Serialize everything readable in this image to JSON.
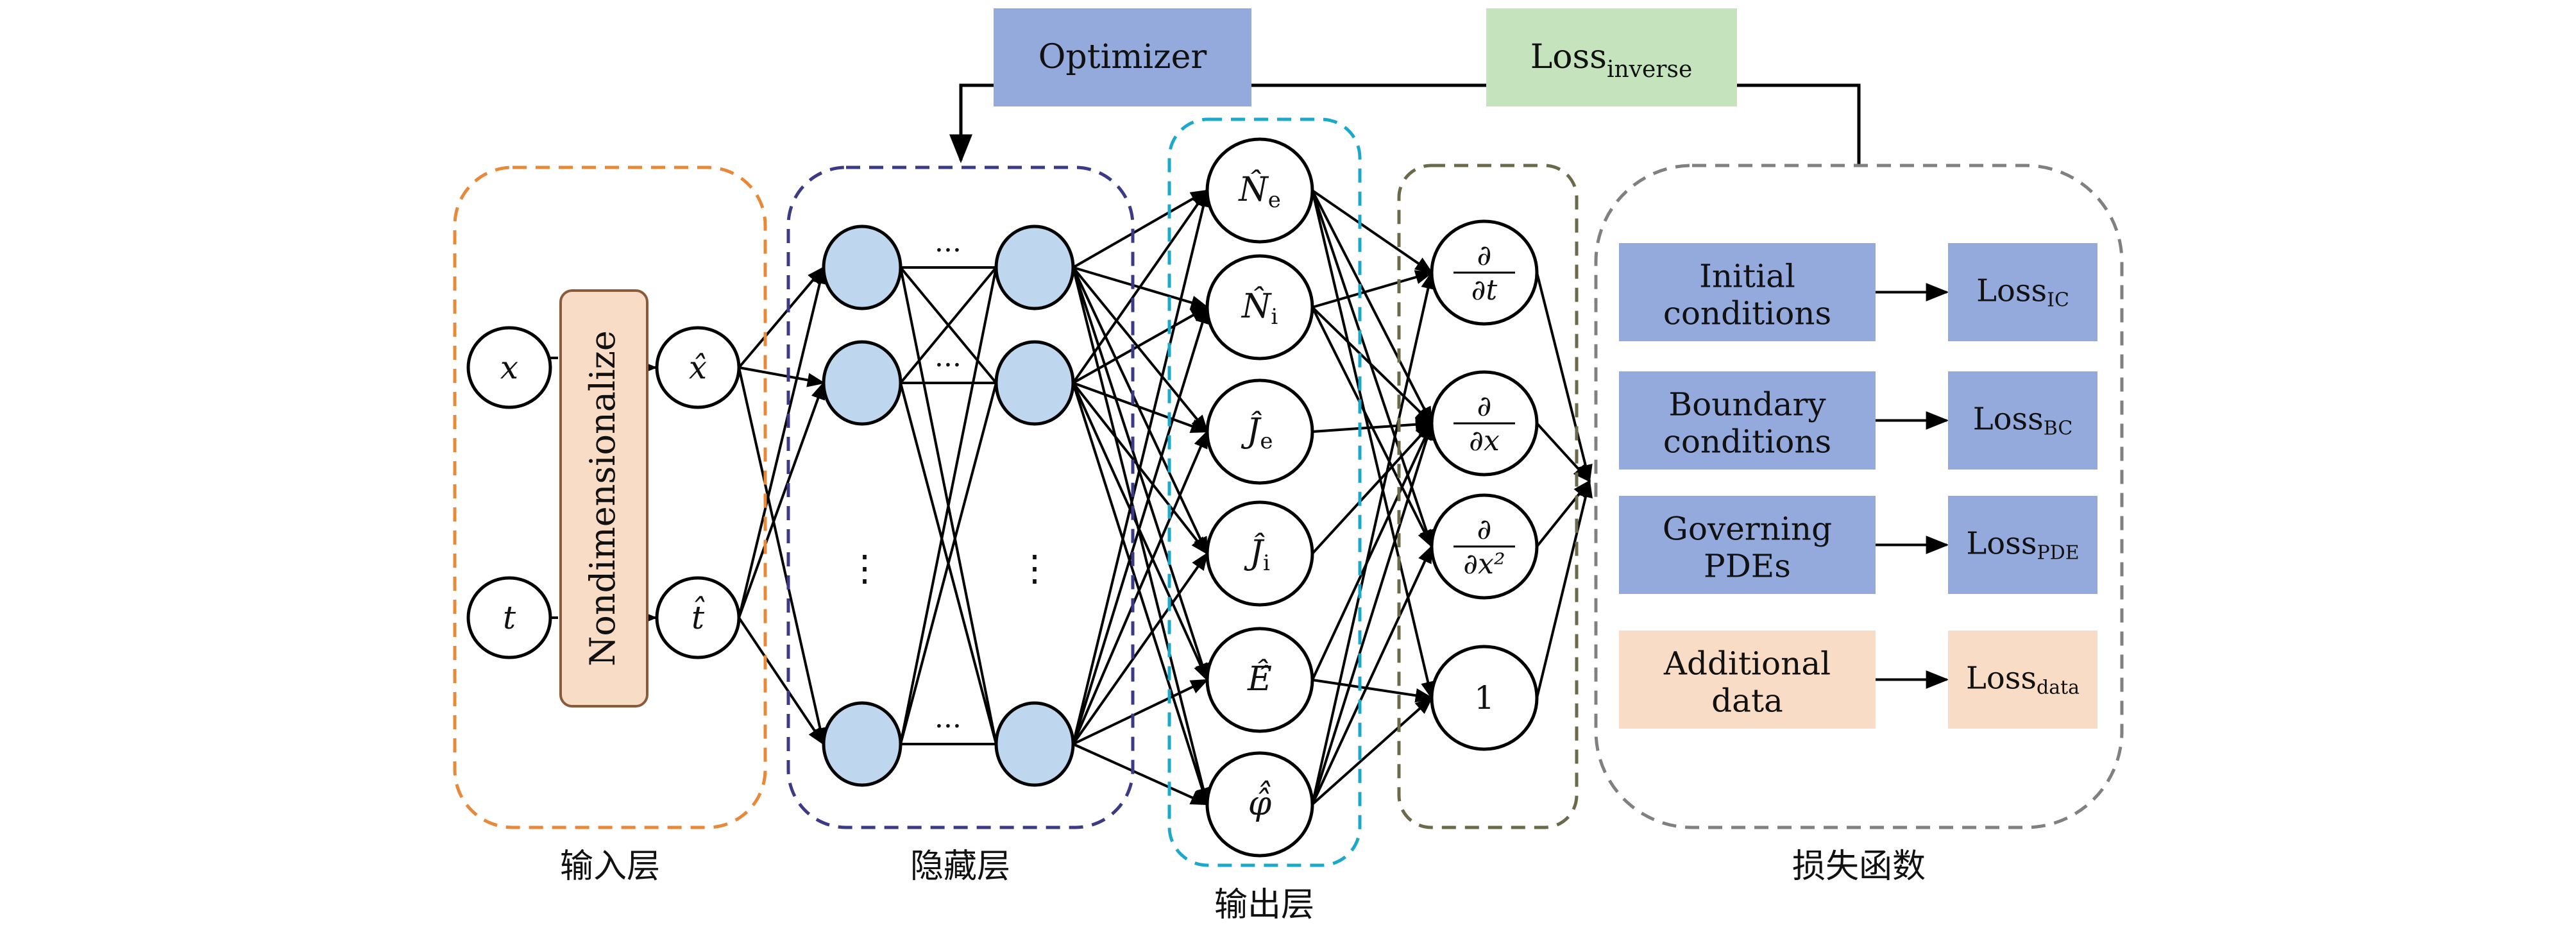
{
  "colors": {
    "blue_box": "#94a9dc",
    "green_box": "#c5e4bd",
    "peach_box": "#f8dcc6",
    "node_blue": "#bed7ee",
    "input_group_border": "#e8893a",
    "hidden_group_border": "#3c3a86",
    "output_group_border": "#1aa9c9",
    "deriv_group_border": "#6a6a3a",
    "loss_group_border": "#808080"
  },
  "top": {
    "optimizer_label": "Optimizer",
    "loss_inverse_main": "Loss",
    "loss_inverse_sub": "inverse"
  },
  "input_layer": {
    "label": "输入层",
    "inputs": [
      "x",
      "t"
    ],
    "transform_label": "Nondimensionalize",
    "outputs": [
      "x̂",
      "t̂"
    ]
  },
  "hidden_layer": {
    "label": "隐藏层",
    "ellipsis_h": "···",
    "ellipsis_v": "⋮"
  },
  "output_layer": {
    "label": "输出层",
    "nodes": [
      {
        "main": "N̂",
        "sub": "e"
      },
      {
        "main": "N̂",
        "sub": "i"
      },
      {
        "main": "Ĵ",
        "sub": "e"
      },
      {
        "main": "Ĵ",
        "sub": "i"
      },
      {
        "main": "Ê̂",
        "sub": ""
      },
      {
        "main": "φ̂̂",
        "sub": ""
      }
    ]
  },
  "derivative_layer": {
    "nodes": [
      {
        "num": "∂",
        "den": "∂t"
      },
      {
        "num": "∂",
        "den": "∂x"
      },
      {
        "num": "∂",
        "den": "∂x²"
      },
      {
        "num": "",
        "den": "",
        "plain": "1"
      }
    ]
  },
  "loss_functions": {
    "label": "损失函数",
    "rows": [
      {
        "source_line1": "Initial",
        "source_line2": "conditions",
        "loss_main": "Loss",
        "loss_sub": "IC",
        "color": "blue"
      },
      {
        "source_line1": "Boundary",
        "source_line2": "conditions",
        "loss_main": "Loss",
        "loss_sub": "BC",
        "color": "blue"
      },
      {
        "source_line1": "Governing",
        "source_line2": "PDEs",
        "loss_main": "Loss",
        "loss_sub": "PDE",
        "color": "blue"
      },
      {
        "source_line1": "Additional",
        "source_line2": "data",
        "loss_main": "Loss",
        "loss_sub": "data",
        "color": "peach"
      }
    ]
  }
}
